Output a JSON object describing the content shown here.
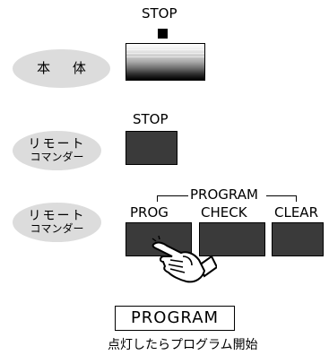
{
  "main_unit": {
    "stop_label": "STOP",
    "pill_label": "本 体"
  },
  "remote_stop": {
    "stop_label": "STOP",
    "pill_line1": "リモート",
    "pill_line2": "コマンダー"
  },
  "remote_program": {
    "group_label": "PROGRAM",
    "pill_line1": "リモート",
    "pill_line2": "コマンダー",
    "buttons": [
      {
        "label": "PROG"
      },
      {
        "label": "CHECK"
      },
      {
        "label": "CLEAR"
      }
    ]
  },
  "display": {
    "indicator_text": "PROGRAM",
    "caption": "点灯したらプログラム開始"
  },
  "icons": {
    "hand": "pointing-hand-icon"
  },
  "colors": {
    "pill_bg": "#dcdcdc",
    "button_dark": "#3a3a3a"
  }
}
